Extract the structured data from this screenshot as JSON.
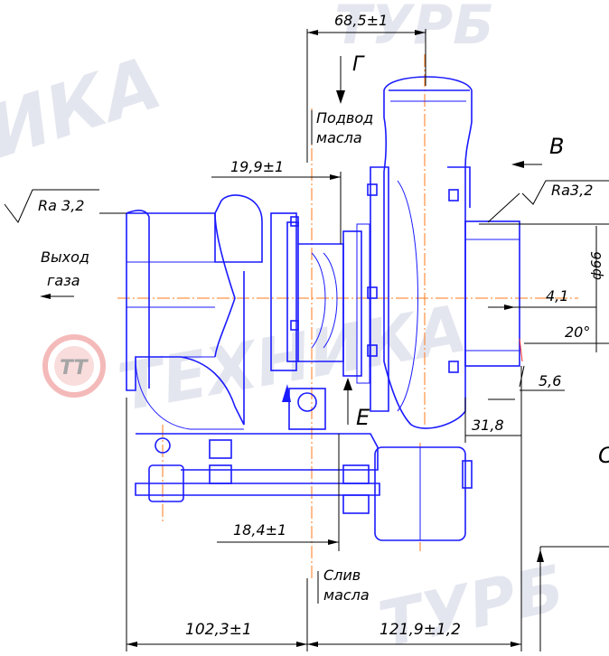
{
  "watermarks": {
    "top_right": "ТУРБ",
    "top_left": "ИКА",
    "middle": "ТЕХНИКА",
    "bottom_right": "ТУРБ",
    "logo": "TT"
  },
  "dimensions": {
    "top_width": "68,5±1",
    "left_offset": "19,9±1",
    "outlet_gap": "4,1",
    "flange_diameter": "ф66",
    "angle": "20°",
    "chamfer": "5,6",
    "outlet_length": "31,8",
    "bottom_offset": "18,4±1",
    "overall_left": "102,3±1",
    "overall_right": "121,9±1,2"
  },
  "roughness": {
    "left": "Ra 3,2",
    "right": "Ra3,2"
  },
  "views": {
    "g": "Г",
    "v": "В",
    "e": "Е",
    "s": "С"
  },
  "labels": {
    "oil_inlet_line1": "Подвод",
    "oil_inlet_line2": "масла",
    "gas_outlet_line1": "Выход",
    "gas_outlet_line2": "газа",
    "oil_drain_line1": "Слив",
    "oil_drain_line2": "масла"
  },
  "colors": {
    "drawing": "#1a1aff",
    "centerline": "#ff7a1a",
    "dimension": "#000000",
    "logo_red": "#e23a3a"
  }
}
